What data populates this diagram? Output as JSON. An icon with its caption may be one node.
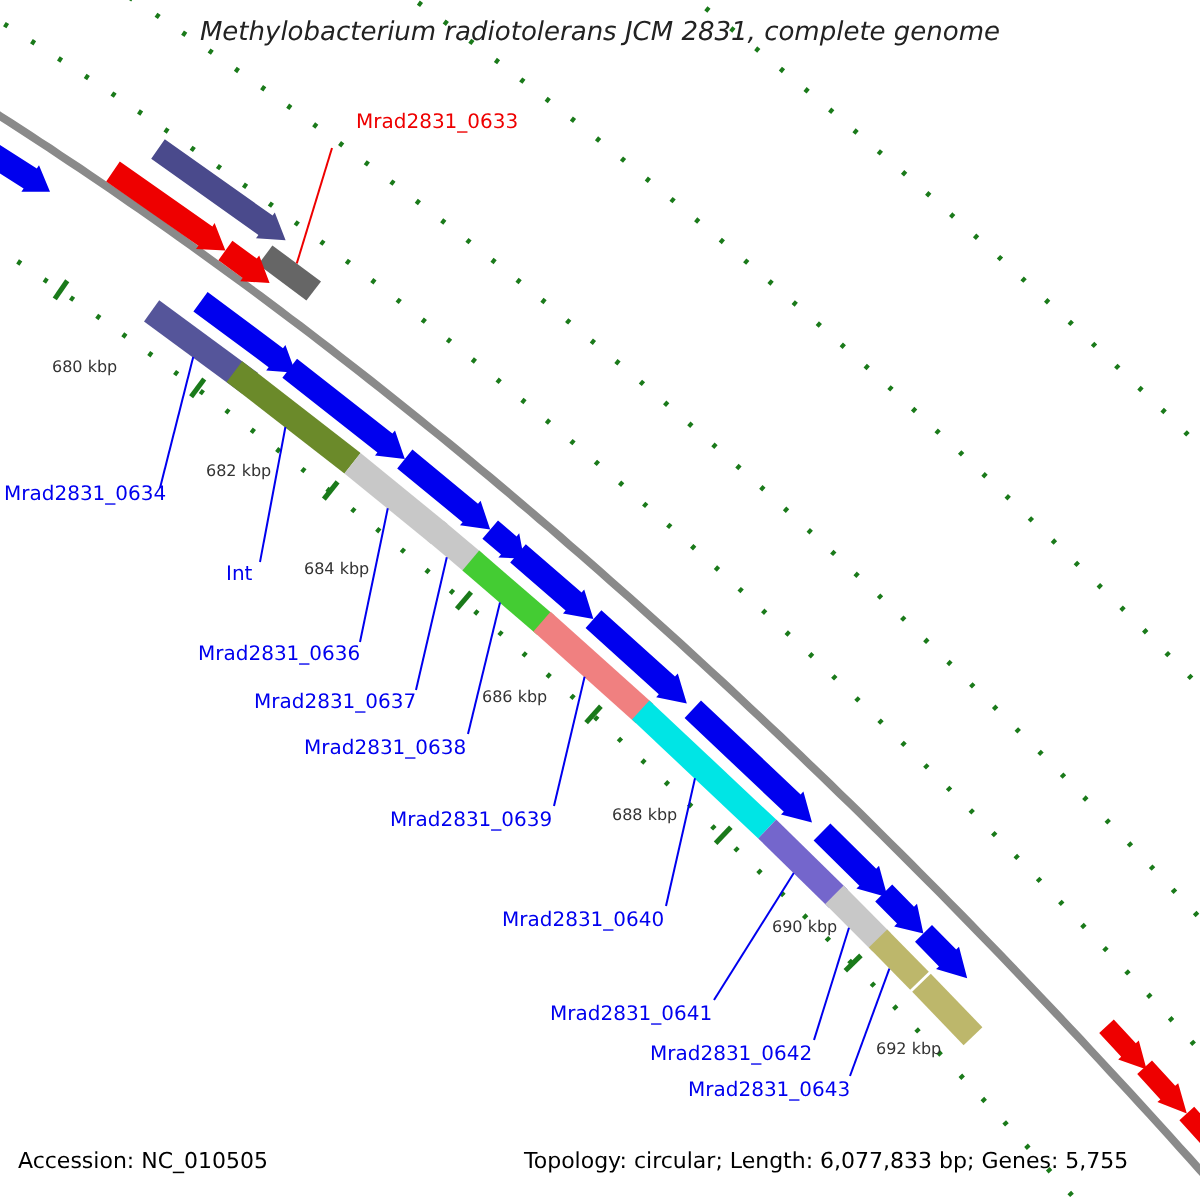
{
  "diagram": {
    "title": "Methylobacterium radiotolerans JCM 2831, complete genome",
    "nodes": [
      {
        "text": [
          "Mrad2831_0633"
        ]
      },
      {
        "text": [
          "Mrad2831_0634"
        ]
      },
      {
        "text": [
          "Int"
        ]
      },
      {
        "text": [
          "Mrad2831_0636"
        ]
      },
      {
        "text": [
          "Mrad2831_0637"
        ]
      },
      {
        "text": [
          "Mrad2831_0638"
        ]
      },
      {
        "text": [
          "Mrad2831_0639"
        ]
      },
      {
        "text": [
          "Mrad2831_0640"
        ]
      },
      {
        "text": [
          "Mrad2831_0641"
        ]
      },
      {
        "text": [
          "Mrad2831_0642"
        ]
      },
      {
        "text": [
          "Mrad2831_0643"
        ]
      },
      {
        "text": [],
        "shape": "bar"
      },
      {
        "text": [],
        "shape": "bar"
      },
      {
        "text": [],
        "shape": "bar"
      },
      {
        "text": [],
        "shape": "bar"
      },
      {
        "text": [],
        "shape": "bar"
      },
      {
        "text": [],
        "shape": "bar"
      },
      {
        "text": [],
        "shape": "bar"
      },
      {
        "text": [],
        "shape": "bar"
      },
      {
        "text": [],
        "shape": "bar"
      },
      {
        "text": [],
        "shape": "bar"
      },
      {
        "text": [],
        "shape": "bar"
      },
      {
        "text": [],
        "shape": "arrow"
      },
      {
        "text": [],
        "shape": "arrow"
      },
      {
        "text": [],
        "shape": "arrow"
      },
      {
        "text": [],
        "shape": "arrow"
      },
      {
        "text": [],
        "shape": "arrow"
      },
      {
        "text": [],
        "shape": "arrow"
      },
      {
        "text": [],
        "shape": "arrow"
      },
      {
        "text": [],
        "shape": "arrow"
      },
      {
        "text": [],
        "shape": "arrow"
      },
      {
        "text": [],
        "shape": "arrow"
      },
      {
        "text": [],
        "shape": "arrow"
      },
      {
        "text": [],
        "shape": "arrow"
      },
      {
        "text": [],
        "shape": "arrow"
      },
      {
        "text": [],
        "shape": "arrow"
      },
      {
        "text": [],
        "shape": "bar"
      },
      {
        "text": [],
        "shape": "pentagon"
      },
      {
        "text": [],
        "shape": "pentagon"
      },
      {
        "text": [],
        "shape": "pentagon"
      }
    ],
    "edges": [
      {
        "from": 0,
        "to": 11,
        "arrow": "none",
        "color": "#ee0000"
      },
      {
        "from": 1,
        "to": 12,
        "arrow": "none"
      },
      {
        "from": 2,
        "to": 13,
        "arrow": "none"
      },
      {
        "from": 3,
        "to": 14,
        "arrow": "none"
      },
      {
        "from": 4,
        "to": 15,
        "arrow": "none"
      },
      {
        "from": 5,
        "to": 16,
        "arrow": "none"
      },
      {
        "from": 6,
        "to": 17,
        "arrow": "none"
      },
      {
        "from": 7,
        "to": 18,
        "arrow": "none"
      },
      {
        "from": 8,
        "to": 19,
        "arrow": "none"
      },
      {
        "from": 9,
        "to": 20,
        "arrow": "none"
      },
      {
        "from": 10,
        "to": 21,
        "arrow": "none"
      }
    ],
    "labels": [
      "680 kbp",
      "682 kbp",
      "684 kbp",
      "686 kbp",
      "688 kbp",
      "690 kbp",
      "692 kbp",
      "Accession: NC_010505",
      "Topology: circular; Length: 6,077,833 bp; Genes: 5,755"
    ]
  }
}
